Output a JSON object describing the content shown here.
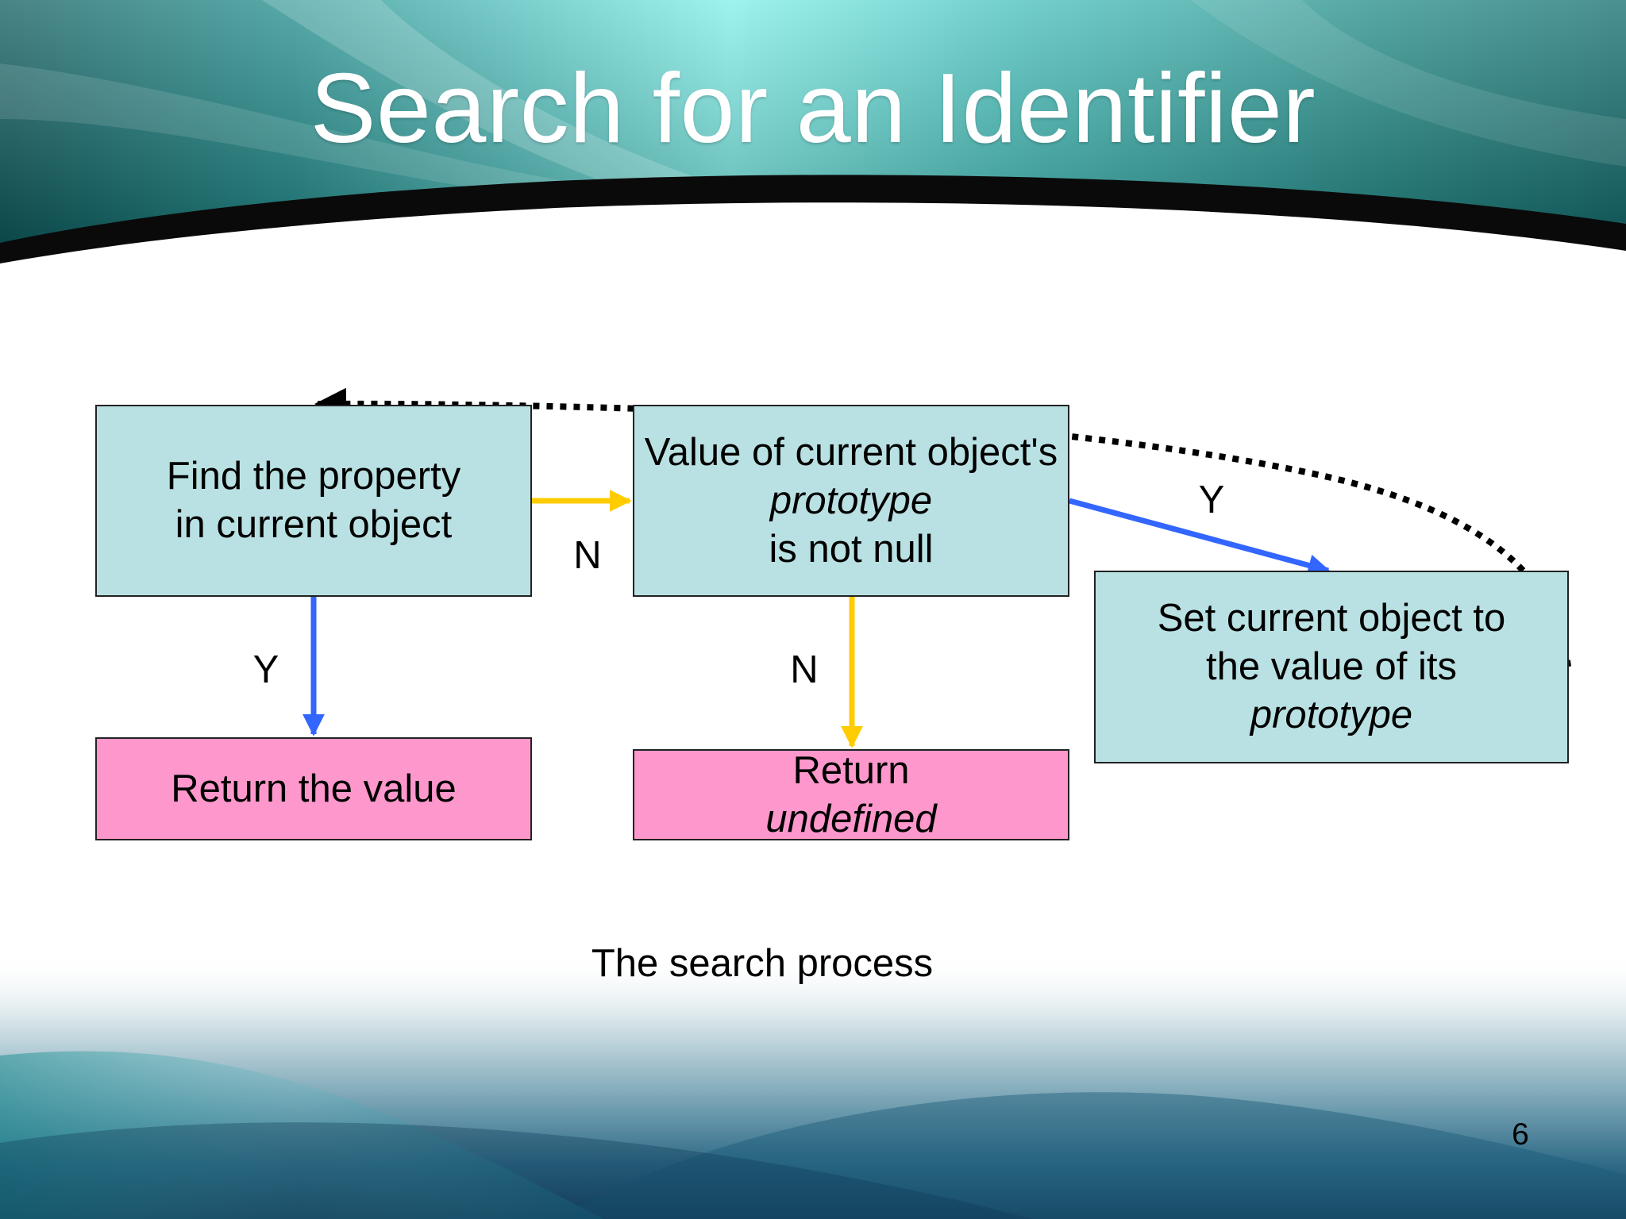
{
  "slide": {
    "title": "Search for an Identifier",
    "caption": "The search process",
    "page_number": "6"
  },
  "diagram": {
    "nodes": [
      {
        "id": "find",
        "lines": [
          [
            {
              "text": "Find the property",
              "italic": false
            }
          ],
          [
            {
              "text": "in current object",
              "italic": false
            }
          ]
        ],
        "fill": "#b9e1e3"
      },
      {
        "id": "check",
        "lines": [
          [
            {
              "text": "Value of current object's",
              "italic": false
            }
          ],
          [
            {
              "text": "prototype",
              "italic": true
            },
            {
              "text": " is not null",
              "italic": false
            }
          ]
        ],
        "fill": "#b9e1e3"
      },
      {
        "id": "set",
        "lines": [
          [
            {
              "text": "Set current object to",
              "italic": false
            }
          ],
          [
            {
              "text": "the value of its ",
              "italic": false
            },
            {
              "text": "prototype",
              "italic": true
            }
          ]
        ],
        "fill": "#b9e1e3"
      },
      {
        "id": "return-value",
        "lines": [
          [
            {
              "text": "Return the value",
              "italic": false
            }
          ]
        ],
        "fill": "#fe98cc"
      },
      {
        "id": "return-undefined",
        "lines": [
          [
            {
              "text": "Return ",
              "italic": false
            },
            {
              "text": "undefined",
              "italic": true
            }
          ]
        ],
        "fill": "#fe98cc"
      }
    ],
    "edges": [
      {
        "from": "find",
        "to": "check",
        "label": "N",
        "color": "#ffcc00"
      },
      {
        "from": "find",
        "to": "return-value",
        "label": "Y",
        "color": "#3366ff"
      },
      {
        "from": "check",
        "to": "return-undefined",
        "label": "N",
        "color": "#ffcc00"
      },
      {
        "from": "check",
        "to": "set",
        "label": "Y",
        "color": "#3366ff"
      },
      {
        "from": "set",
        "to": "find",
        "label": "",
        "style": "dotted",
        "color": "#000000"
      }
    ]
  },
  "colors": {
    "teal_box": "#b9e1e3",
    "pink_box": "#fe98cc",
    "yes_arrow": "#3366ff",
    "no_arrow": "#ffcc00"
  }
}
